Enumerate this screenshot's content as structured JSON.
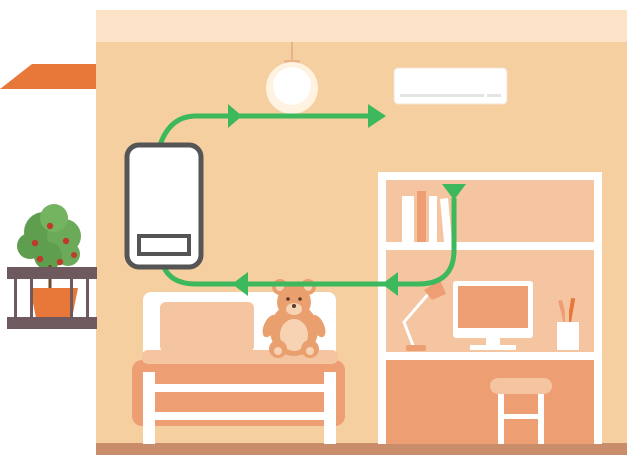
{
  "scene": {
    "title": "",
    "elements": [
      "balcony-plant",
      "heat-pump-unit",
      "airflow-arrows",
      "ceiling-lamp",
      "wall-air-conditioner",
      "bookshelf-desk",
      "bed",
      "teddy-bear",
      "desk-lamp",
      "monitor",
      "pencil-cup",
      "stool"
    ]
  },
  "colors": {
    "wall": "#F6CFA0",
    "ceiling_strip": "#FCE3C8",
    "floor": "#C98D6C",
    "awning": "#E8773A",
    "airflow": "#3DB85C",
    "unit_outline": "#555555",
    "furniture_white": "#FFFFFF",
    "salmon": "#ED9E73",
    "light_salmon": "#F5C4A0"
  }
}
